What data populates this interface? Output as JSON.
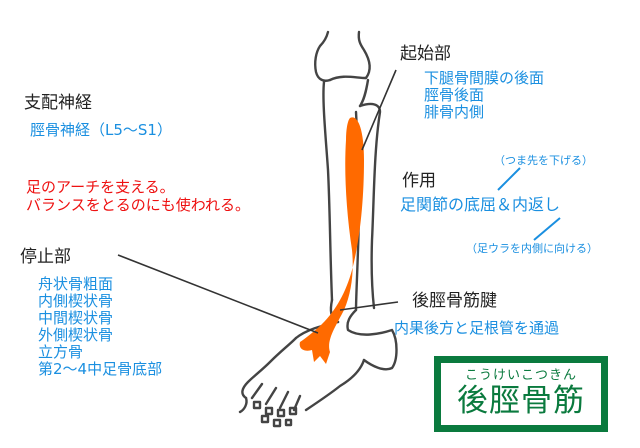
{
  "innervation": {
    "heading": "支配神経",
    "value": "脛骨神経（L5～S1）"
  },
  "note": {
    "lines": [
      "足のアーチを支える。",
      "バランスをとるのにも使われる。"
    ]
  },
  "origin": {
    "heading": "起始部",
    "items": [
      "下腿骨間膜の後面",
      "脛骨後面",
      "腓骨内側"
    ]
  },
  "action": {
    "heading": "作用",
    "value": "足関節の底屈＆内返し",
    "annotation_top": "（つま先を下げる）",
    "annotation_bottom": "（足ウラを内側に向ける）"
  },
  "insertion": {
    "heading": "停止部",
    "items": [
      "舟状骨粗面",
      "内側楔状骨",
      "中間楔状骨",
      "外側楔状骨",
      "立方骨",
      "第2～4中足骨底部"
    ]
  },
  "tendon": {
    "heading": "後脛骨筋腱",
    "value": "内果後方と足根管を通過"
  },
  "title": {
    "furigana": "こうけいこつきん",
    "name": "後脛骨筋"
  },
  "colors": {
    "muscle": "#ff6a00",
    "bone_outline": "#444444",
    "heading_text": "#222222",
    "info_text": "#1a8fe0",
    "note_text": "#ee1111",
    "title_green": "#0a7a3e"
  }
}
